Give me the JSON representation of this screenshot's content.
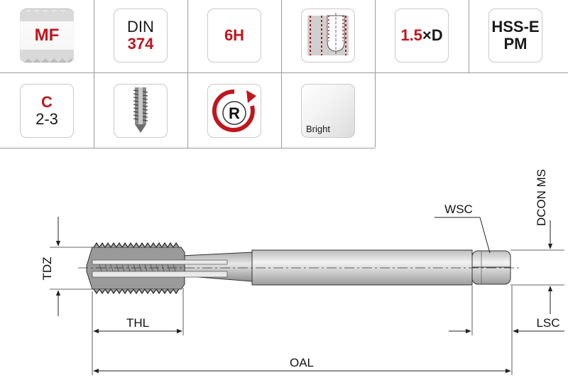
{
  "icons": {
    "mf": {
      "text": "MF"
    },
    "din": {
      "line1": "DIN",
      "line2": "374"
    },
    "tolerance": {
      "text": "6H"
    },
    "depth": {
      "number": "1.5",
      "symbol": "×D"
    },
    "material": {
      "line1": "HSS-E",
      "line2": "PM"
    },
    "chamfer": {
      "line1": "C",
      "line2": "2-3"
    },
    "rotation": {
      "letter": "R"
    },
    "coating": {
      "label": "Bright"
    }
  },
  "drawing": {
    "labels": {
      "tdz": "TDZ",
      "thl": "THL",
      "oal": "OAL",
      "wsc": "WSC",
      "dcon": "DCON MS",
      "lsc": "LSC"
    }
  },
  "colors": {
    "accent": "#c0161d",
    "line": "#333333",
    "frame": "#9a9a9a"
  }
}
